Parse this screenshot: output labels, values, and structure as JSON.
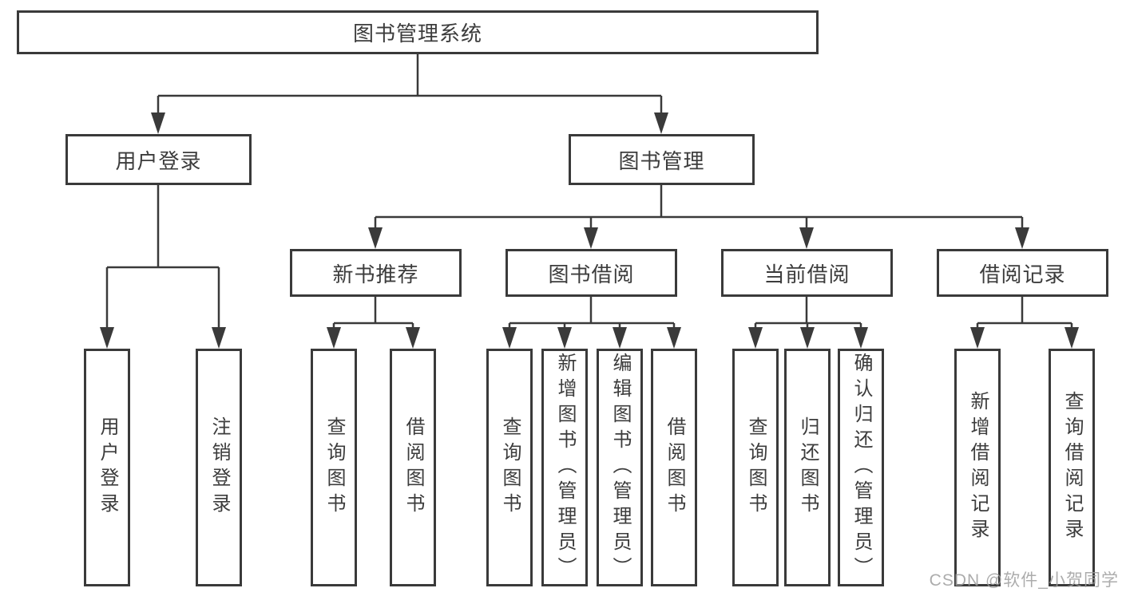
{
  "nodes": {
    "root": "图书管理系统",
    "login_module": "用户登录",
    "book_management": "图书管理",
    "new_book_recommend": "新书推荐",
    "book_borrow": "图书借阅",
    "current_borrow": "当前借阅",
    "borrow_record": "借阅记录",
    "leaf_user_login": "用户登录",
    "leaf_logout": "注销登录",
    "leaf_query_book_recommend": "查询图书",
    "leaf_borrow_book_recommend": "借阅图书",
    "leaf_query_book_borrow": "查询图书",
    "leaf_add_book_admin": "新增图书（管理员）",
    "leaf_edit_book_admin": "编辑图书（管理员）",
    "leaf_borrow_book_borrow": "借阅图书",
    "leaf_query_book_current": "查询图书",
    "leaf_return_book": "归还图书",
    "leaf_confirm_return_admin": "确认归还（管理员）",
    "leaf_add_borrow_record": "新增借阅记录",
    "leaf_query_borrow_record": "查询借阅记录"
  },
  "icons": {
    "arrowhead": "filled-down-triangle"
  },
  "watermark": "CSDN @软件_小贺同学",
  "colors": {
    "line": "#3a3a3a",
    "box_border": "#3a3a3a",
    "box_fill": "#ffffff",
    "text": "#3c3c3c",
    "watermark": "#9e9e9e"
  }
}
